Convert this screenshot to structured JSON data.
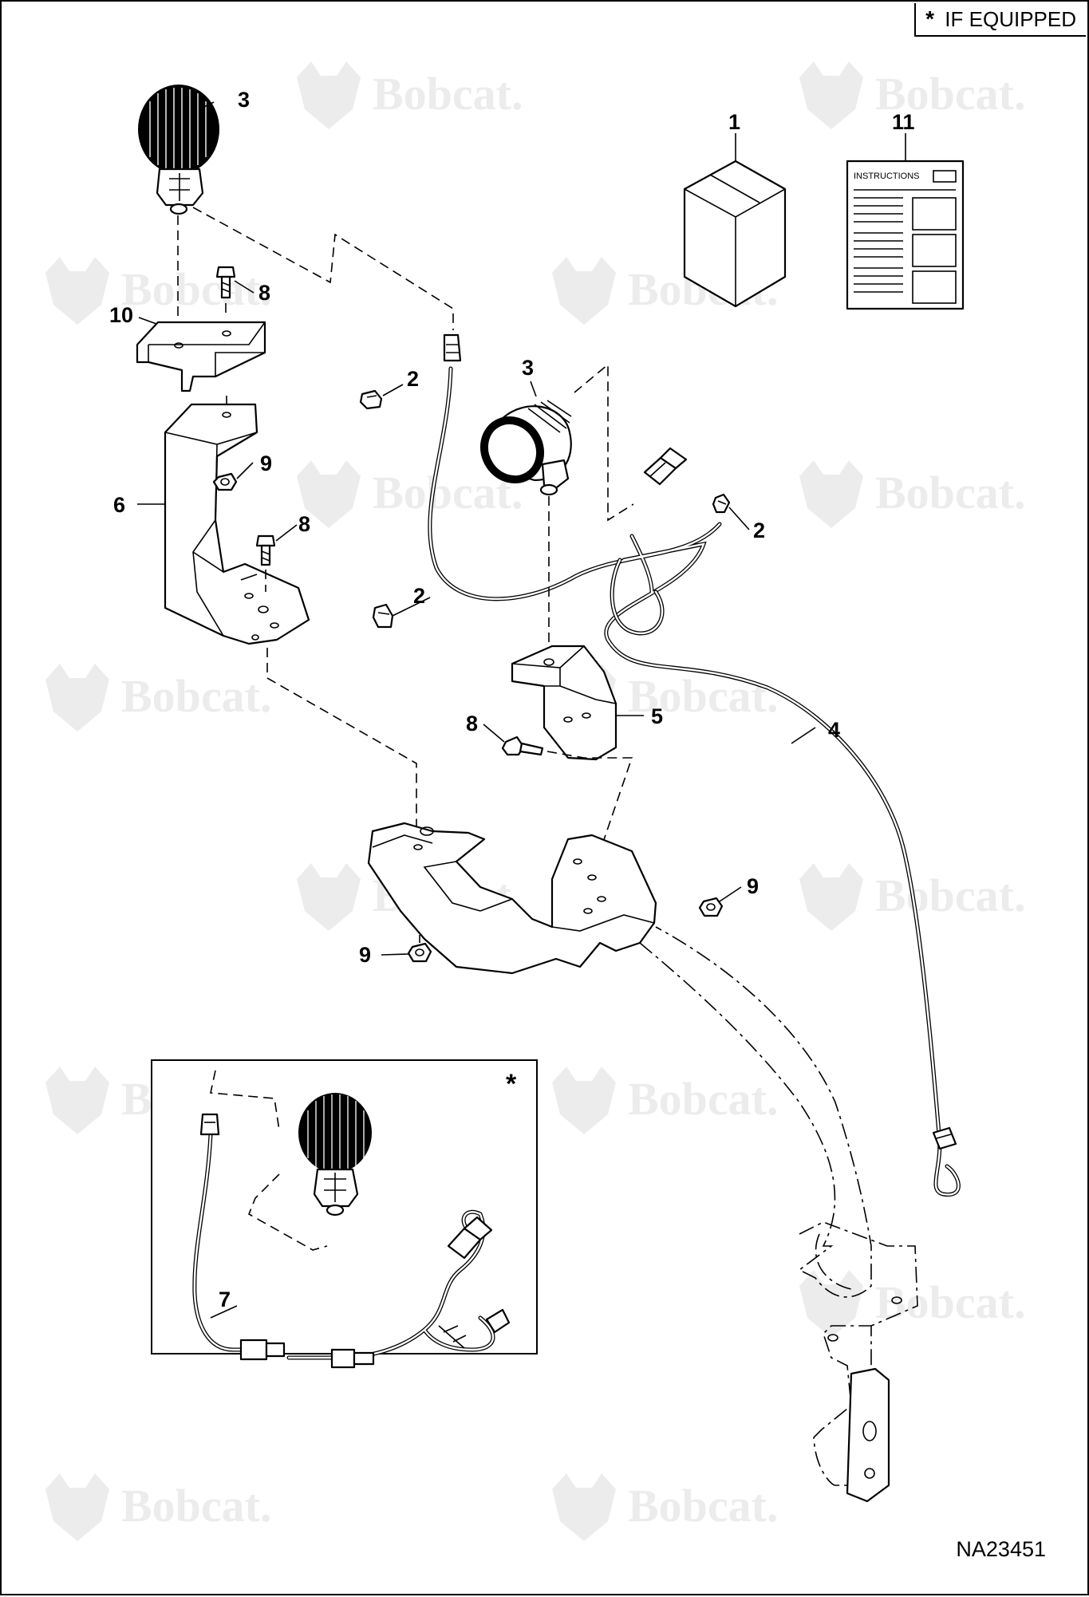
{
  "legend": {
    "symbol": "*",
    "text": "IF EQUIPPED"
  },
  "drawing_number": "NA23451",
  "watermark": {
    "brand": "Bobcat",
    "mark": "."
  },
  "instructions_label": "INSTRUCTIONS",
  "inset_marker": "*",
  "callouts": [
    "3",
    "1",
    "11",
    "8",
    "10",
    "2",
    "3",
    "9",
    "6",
    "8",
    "2",
    "2",
    "5",
    "8",
    "4",
    "9",
    "9",
    "7"
  ]
}
